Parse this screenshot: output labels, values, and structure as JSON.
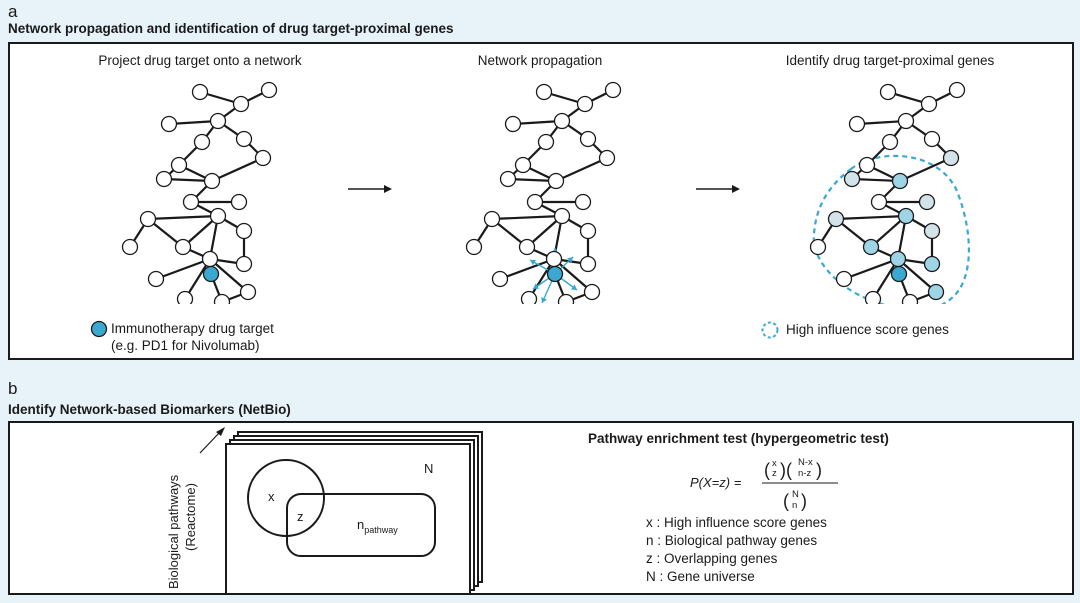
{
  "panel_a": {
    "letter": "a",
    "title": "Network propagation and identification of drug target-proximal genes",
    "stage1": "Project drug target onto a network",
    "stage2": "Network propagation",
    "stage3": "Identify drug target-proximal genes",
    "legend_target_line1": "Immunotherapy drug target",
    "legend_target_line2": "(e.g. PD1 for Nivolumab)",
    "legend_influence": "High influence score genes"
  },
  "panel_b": {
    "letter": "b",
    "title": "Identify Network-based Biomarkers (NetBio)",
    "axis_line1": "Biological pathways",
    "axis_line2": "(Reactome)",
    "venn_x": "x",
    "venn_z": "z",
    "venn_n": "n",
    "venn_n_sub": "pathway",
    "venn_universe": "N",
    "test_title": "Pathway enrichment test (hypergeometric test)",
    "formula_lhs": "P(X=z) =",
    "definitions": [
      "x : High influence score genes",
      "n : Biological pathway genes",
      "z : Overlapping genes",
      "N : Gene universe"
    ]
  },
  "colors": {
    "background": "#e8f3f9",
    "target": "#3aa8d0",
    "propagated_light": "#d4e2e9",
    "propagated_mid": "#9fd3e6",
    "arrow": "#3aa8d0"
  }
}
